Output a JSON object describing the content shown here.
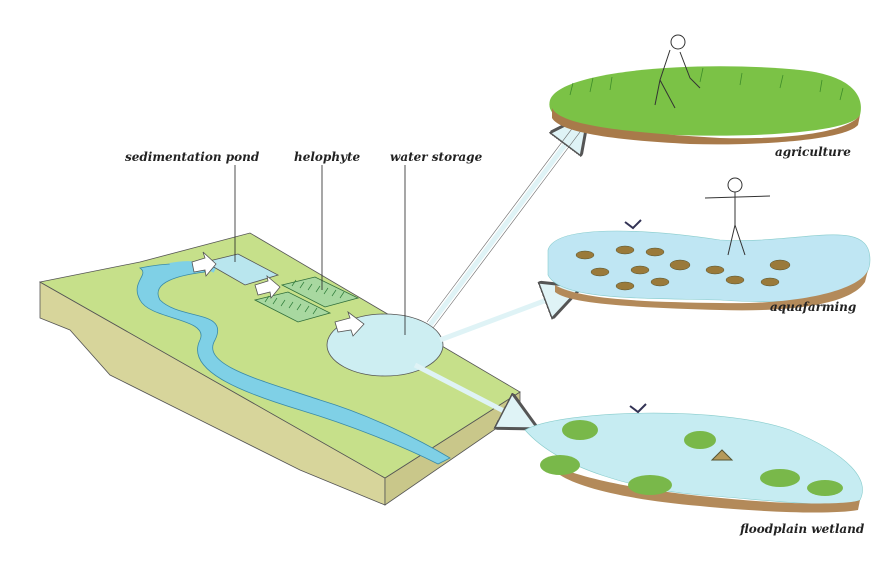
{
  "labels": {
    "sedimentation_pond": "sedimentation pond",
    "helophyte": "helophyte",
    "water_storage": "water storage",
    "agriculture": "agriculture",
    "aquafarming": "aquafarming",
    "floodplain_wetland": "floodplain wetland"
  },
  "colors": {
    "grass_top": "#c6e08a",
    "soil_side": "#d8d69a",
    "river": "#7fd0e6",
    "water_storage": "#cdeef2",
    "arrow": "#dff3f6"
  }
}
